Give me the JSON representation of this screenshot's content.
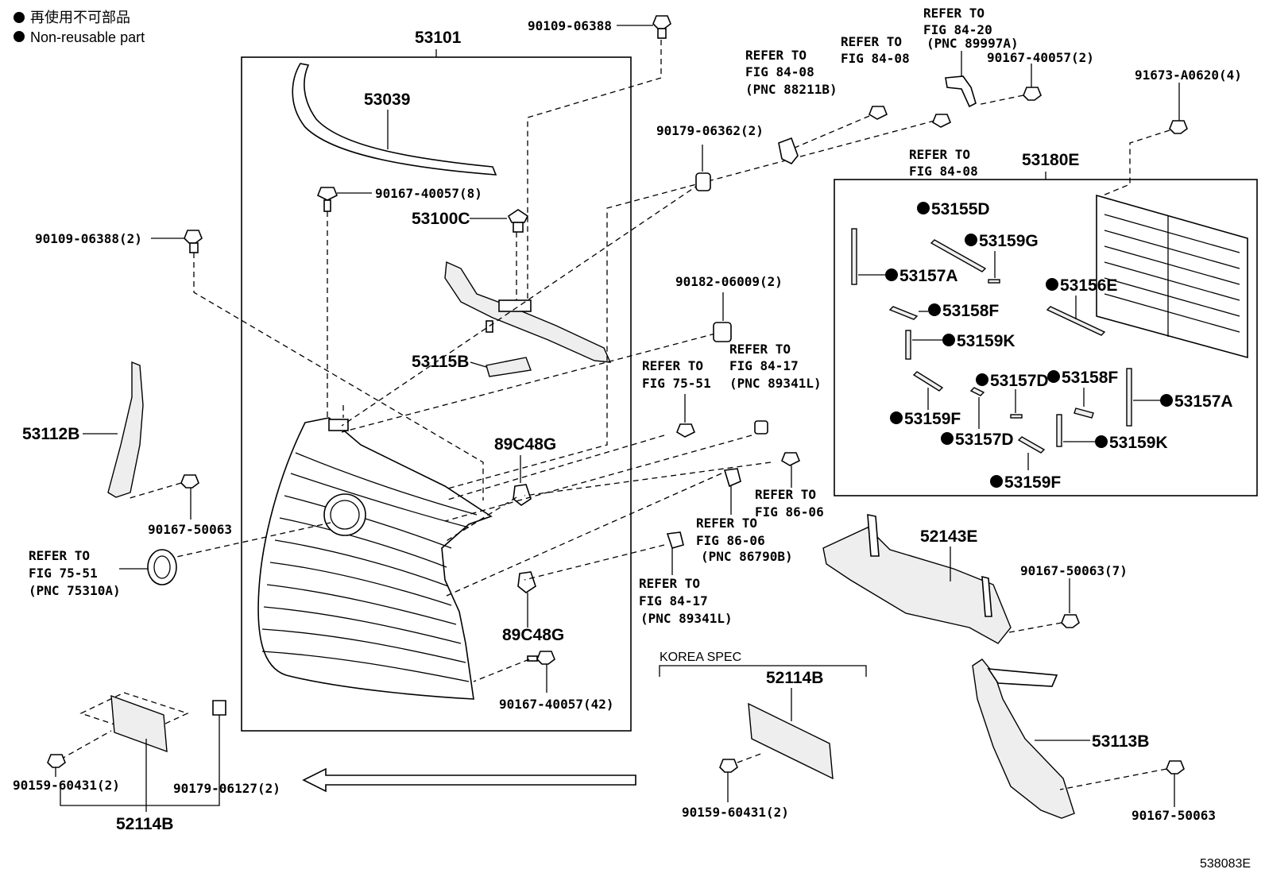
{
  "legend": {
    "ja": "再使用不可部品",
    "en": "Non-reusable part"
  },
  "diagram_id": "538083E",
  "group_labels": {
    "grille_assembly": "53101",
    "shutter_assembly": "53180E",
    "korea_spec": "KOREA SPEC",
    "korea_plate": "52114B",
    "bottom_plate": "52114B"
  },
  "parts": [
    {
      "id": "p53039",
      "label": "53039"
    },
    {
      "id": "p53100C",
      "label": "53100C"
    },
    {
      "id": "p53115B",
      "label": "53115B"
    },
    {
      "id": "p53112B",
      "label": "53112B"
    },
    {
      "id": "p53113B",
      "label": "53113B"
    },
    {
      "id": "p52143E",
      "label": "52143E"
    },
    {
      "id": "p89C48G_a",
      "label": "89C48G"
    },
    {
      "id": "p89C48G_b",
      "label": "89C48G"
    },
    {
      "id": "b90109_top",
      "label": "90109-06388"
    },
    {
      "id": "b90109_left",
      "label": "90109-06388(2)"
    },
    {
      "id": "b90167_8",
      "label": "90167-40057(8)"
    },
    {
      "id": "b90167_42",
      "label": "90167-40057(42)"
    },
    {
      "id": "b90167_2",
      "label": "90167-40057(2)"
    },
    {
      "id": "b90167_50063_l",
      "label": "90167-50063"
    },
    {
      "id": "b90167_50063_7",
      "label": "90167-50063(7)"
    },
    {
      "id": "b90167_50063_r",
      "label": "90167-50063"
    },
    {
      "id": "b90179_2",
      "label": "90179-06362(2)"
    },
    {
      "id": "b90182",
      "label": "90182-06009(2)"
    },
    {
      "id": "b91673",
      "label": "91673-A0620(4)"
    },
    {
      "id": "b90159_l",
      "label": "90159-60431(2)"
    },
    {
      "id": "b90179_06127",
      "label": "90179-06127(2)"
    },
    {
      "id": "b90159_k",
      "label": "90159-60431(2)"
    }
  ],
  "nonreusable": [
    {
      "id": "n53155D",
      "label": "53155D"
    },
    {
      "id": "n53159G",
      "label": "53159G"
    },
    {
      "id": "n53157A_l",
      "label": "53157A"
    },
    {
      "id": "n53156E",
      "label": "53156E"
    },
    {
      "id": "n53158F_l",
      "label": "53158F"
    },
    {
      "id": "n53159K_l",
      "label": "53159K"
    },
    {
      "id": "n53157D_t",
      "label": "53157D"
    },
    {
      "id": "n53158F_r",
      "label": "53158F"
    },
    {
      "id": "n53157A_r",
      "label": "53157A"
    },
    {
      "id": "n53159F_l",
      "label": "53159F"
    },
    {
      "id": "n53157D_b",
      "label": "53157D"
    },
    {
      "id": "n53159K_r",
      "label": "53159K"
    },
    {
      "id": "n53159F_b",
      "label": "53159F"
    }
  ],
  "references": [
    {
      "id": "r8408_a",
      "lines": [
        "REFER TO",
        "FIG 84-08",
        "(PNC 88211B)"
      ]
    },
    {
      "id": "r8408_b",
      "lines": [
        "REFER TO",
        "FIG 84-08"
      ]
    },
    {
      "id": "r8420",
      "lines": [
        "REFER TO",
        "FIG 84-20",
        "(PNC 89997A)"
      ]
    },
    {
      "id": "r8408_c",
      "lines": [
        "REFER TO",
        "FIG 84-08"
      ]
    },
    {
      "id": "r7551_a",
      "lines": [
        "REFER TO",
        "FIG 75-51"
      ]
    },
    {
      "id": "r8417_a",
      "lines": [
        "REFER TO",
        "FIG 84-17",
        "(PNC 89341L)"
      ]
    },
    {
      "id": "r8606_a",
      "lines": [
        "REFER TO",
        "FIG 86-06"
      ]
    },
    {
      "id": "r8606_b",
      "lines": [
        "REFER TO",
        "FIG 86-06",
        "(PNC 86790B)"
      ]
    },
    {
      "id": "r8417_b",
      "lines": [
        "REFER TO",
        "FIG 84-17",
        "(PNC 89341L)"
      ]
    },
    {
      "id": "r7551_b",
      "lines": [
        "REFER TO",
        "FIG 75-51",
        "(PNC 75310A)"
      ]
    }
  ]
}
